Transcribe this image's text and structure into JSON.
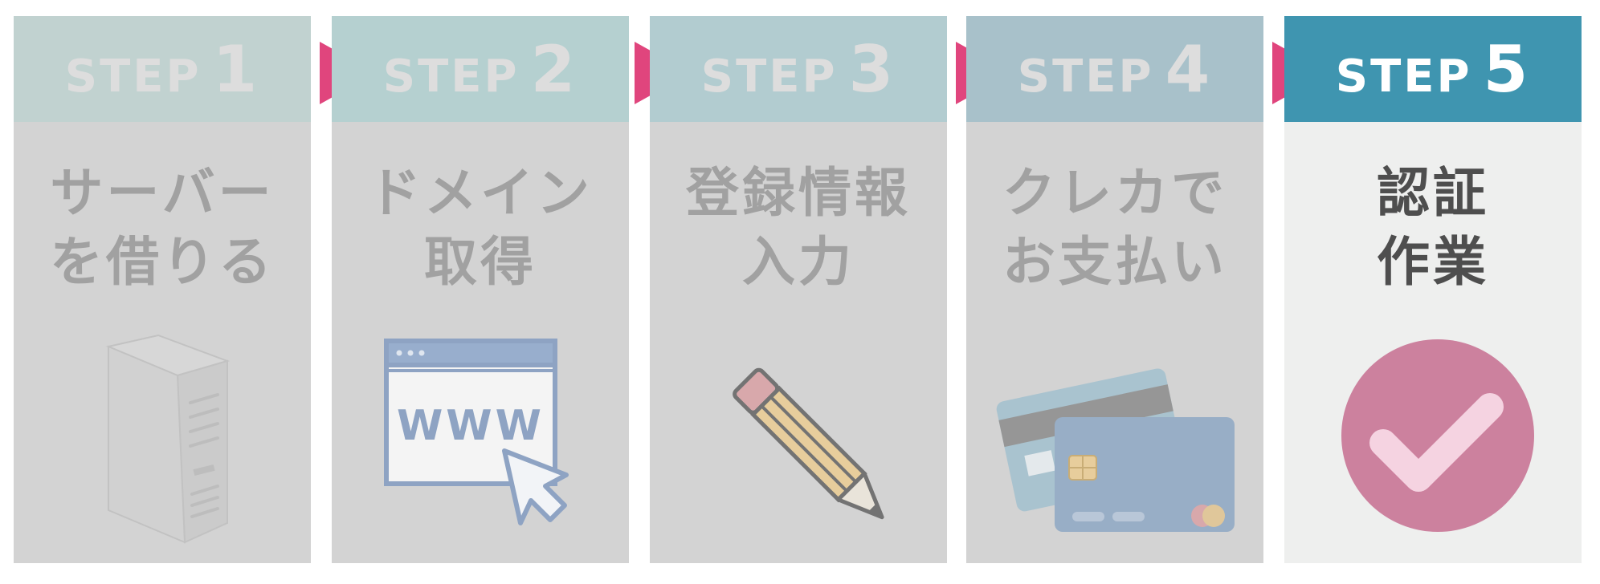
{
  "colors": {
    "accent_arrow": "#e0457d",
    "inactive_panel": "#d3d3d3",
    "active_panel": "#eeefee",
    "active_header": "#3f95b0"
  },
  "steps": [
    {
      "label": "STEP",
      "number": "1",
      "title": [
        "サーバー",
        "を借りる"
      ],
      "header_color": "#c1d2d0",
      "icon": "server-icon"
    },
    {
      "label": "STEP",
      "number": "2",
      "title": [
        "ドメイン",
        "取得"
      ],
      "header_color": "#b5d0d0",
      "icon": "browser-www-icon"
    },
    {
      "label": "STEP",
      "number": "3",
      "title": [
        "登録情報",
        "入力"
      ],
      "header_color": "#b2ccd0",
      "icon": "pencil-icon"
    },
    {
      "label": "STEP",
      "number": "4",
      "title": [
        "クレカで",
        "お支払い"
      ],
      "header_color": "#a8c1ca",
      "icon": "credit-card-icon"
    },
    {
      "label": "STEP",
      "number": "5",
      "title": [
        "認証",
        "作業"
      ],
      "header_color": "#3f95b0",
      "icon": "check-circle-icon",
      "active": true
    }
  ],
  "www_text": "WWW"
}
